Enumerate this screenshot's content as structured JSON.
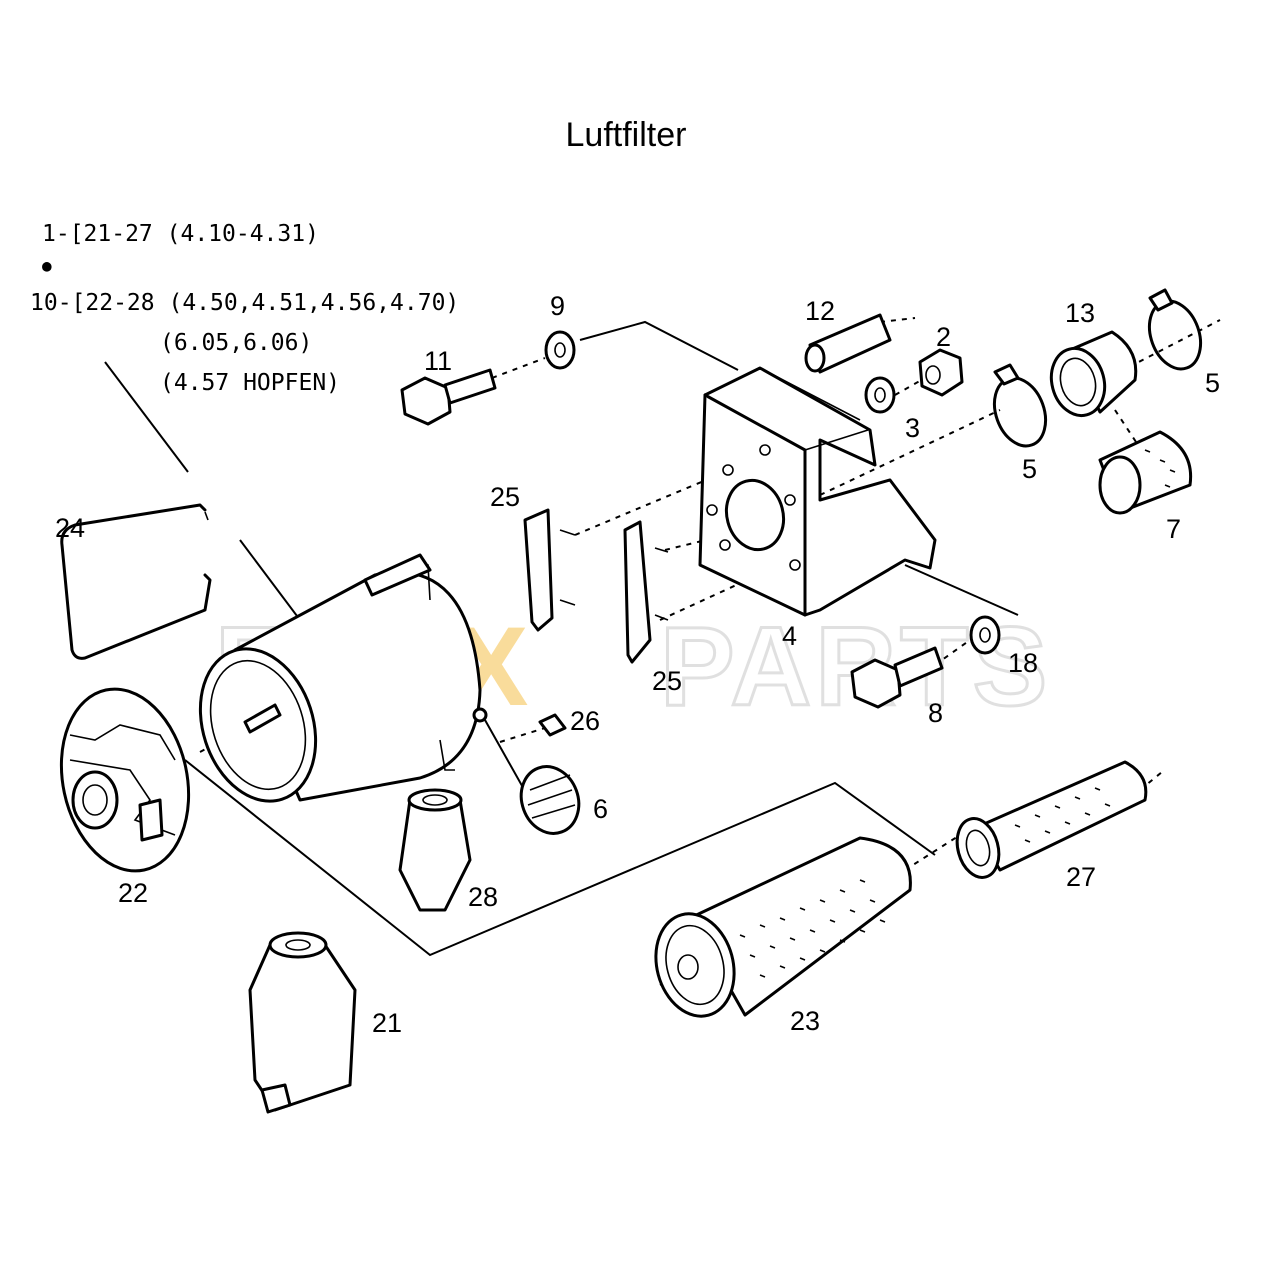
{
  "title": "Luftfilter",
  "notes": {
    "line1": "1-[21-27 (4.10-4.31)",
    "bullet": "●",
    "line2": "10-[22-28 (4.50,4.51,4.56,4.70)",
    "line3": "(6.05,6.06)",
    "line4": "(4.57 HOPFEN)"
  },
  "watermark": {
    "text_left": "FU",
    "text_mid": "XX",
    "text_right": "PARTS",
    "accent_color": "#f5c04a",
    "outline_color": "#c8c8c8"
  },
  "callouts": {
    "c2": "2",
    "c3": "3",
    "c4": "4",
    "c5a": "5",
    "c5b": "5",
    "c6": "6",
    "c7": "7",
    "c8": "8",
    "c9": "9",
    "c11": "11",
    "c12": "12",
    "c13": "13",
    "c18": "18",
    "c21": "21",
    "c22": "22",
    "c23": "23",
    "c24": "24",
    "c25a": "25",
    "c25b": "25",
    "c26": "26",
    "c27": "27",
    "c28": "28"
  }
}
